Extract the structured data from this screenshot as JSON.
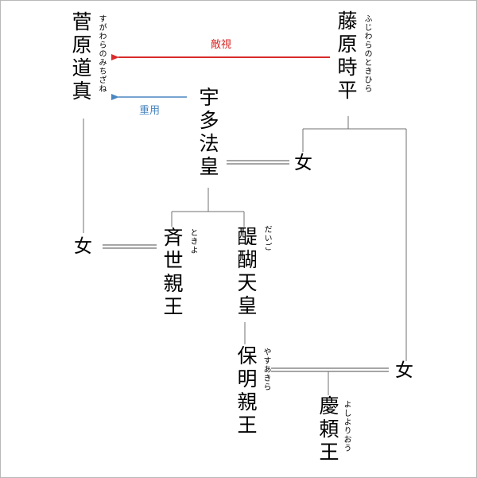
{
  "people": {
    "michizane": {
      "name": "菅原道真",
      "reading": "すがわらのみちざね"
    },
    "tokihira": {
      "name": "藤原時平",
      "reading": "ふじわらのときひら"
    },
    "uda": {
      "name": "宇多法皇"
    },
    "daughter_tokihira": {
      "name": "女"
    },
    "daughter_michizane": {
      "name": "女"
    },
    "tokiyo": {
      "name": "斉世親王",
      "reading": "ときよ"
    },
    "daigo": {
      "name": "醍醐天皇",
      "reading": "だいご"
    },
    "yasuakira": {
      "name": "保明親王",
      "reading": "やすあきら"
    },
    "daughter_bottom": {
      "name": "女"
    },
    "yoshiyori": {
      "name": "慶頼王",
      "reading": "よしよりおう"
    }
  },
  "relations": {
    "hostility": {
      "label": "敵視",
      "color": "#d92b2b"
    },
    "favor": {
      "label": "重用",
      "color": "#4a86c0"
    }
  },
  "line_color": "#707070"
}
